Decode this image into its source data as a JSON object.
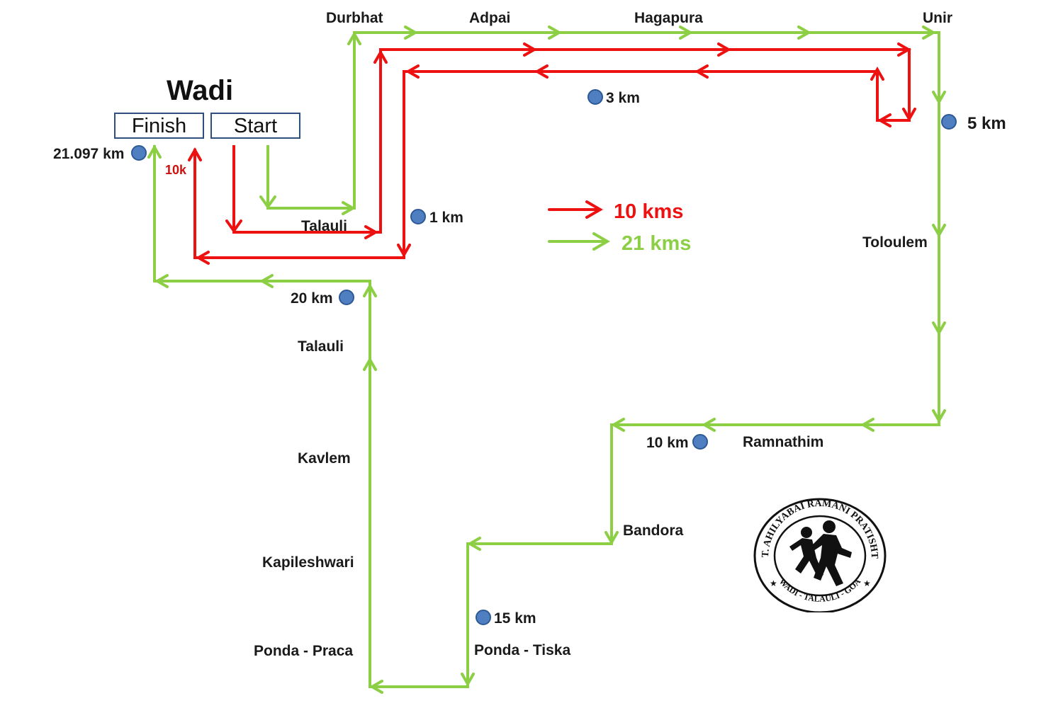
{
  "title": "Wadi",
  "finish_label": "Finish",
  "start_label": "Start",
  "tenk_tag": "10k",
  "colors": {
    "red_route": "#ee1111",
    "green_route": "#8ccf45",
    "dot": "#4f7fc0"
  },
  "places": {
    "durbhat": "Durbhat",
    "adpai": "Adpai",
    "hagapura": "Hagapura",
    "unir": "Unir",
    "talauli_top": "Talauli",
    "toloulem": "Toloulem",
    "ramnathim": "Ramnathim",
    "bandora": "Bandora",
    "ponda_tiska": "Ponda - Tiska",
    "talauli_bottom": "Talauli",
    "kavlem": "Kavlem",
    "kapileshwari": "Kapileshwari",
    "ponda_praca": "Ponda - Praca"
  },
  "markers": {
    "m_finish": "21.097 km",
    "m1": "1 km",
    "m3": "3 km",
    "m5": "5 km",
    "m10": "10 km",
    "m15": "15 km",
    "m20": "20 km"
  },
  "legend": {
    "red": "10 kms",
    "green": "21 kms"
  },
  "logo": {
    "top_text": "SMT. AHILYABAI RAMANI PRATISHTAN",
    "bottom_text": "WADI - TALAULI - GOA",
    "icon": "runners-emblem"
  }
}
